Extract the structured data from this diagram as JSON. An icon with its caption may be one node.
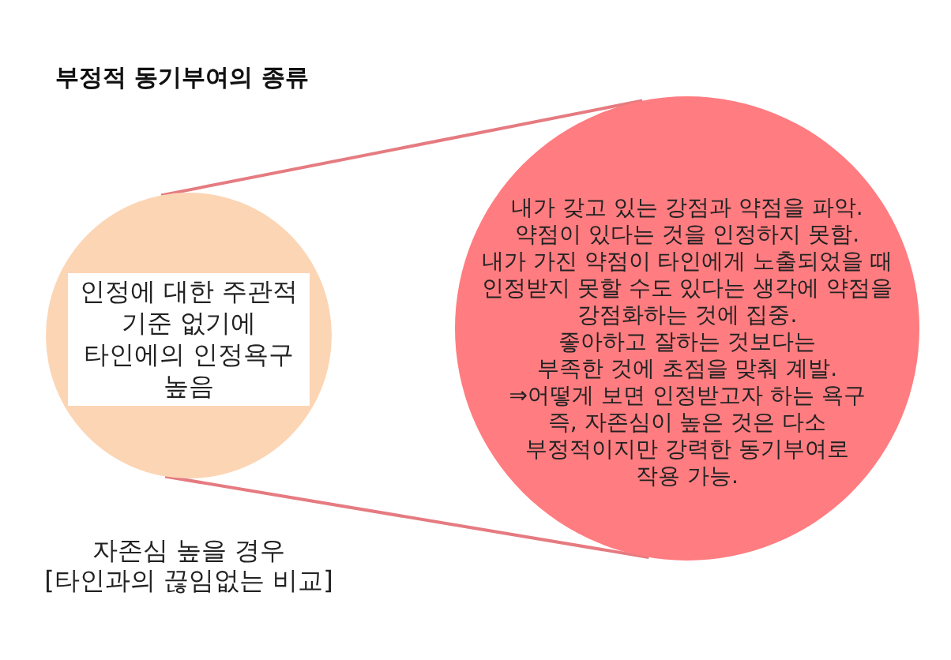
{
  "diagram": {
    "title": "부정적 동기부여의 종류",
    "nodes": [
      {
        "text": [],
        "shape": "circle",
        "beside": [
          "자존심 높을 경우 [타인과의 끊임없는 비교]"
        ]
      },
      {
        "text": [
          "인정에 대한 주관적 기준 없기에 타인에의 인정욕구 높음"
        ],
        "in": 0
      },
      {
        "text": [
          "내가 갖고 있는 강점과 약점을 파악.",
          "약점이 있다는 것을 인정하지 못함.",
          "내가 가진 약점이 타인에게 노출되었을 때 인정받지 못할 수도 있다는 생각에 약점을 강점화하는 것에 집중.",
          "좋아하고 잘하는 것보다는 부족한 것에 초점을 맞춰 계발.",
          "⇒어떻게 보면 인정받고자 하는 욕구 즉, 자존심이 높은 것은 다소 부정적이지만 강력한 동기부여로 작용 가능."
        ]
      }
    ],
    "edges": [
      {
        "from": 0,
        "to": 2,
        "arrow": "none"
      },
      {
        "from": 0,
        "to": 2,
        "arrow": "none"
      }
    ]
  }
}
